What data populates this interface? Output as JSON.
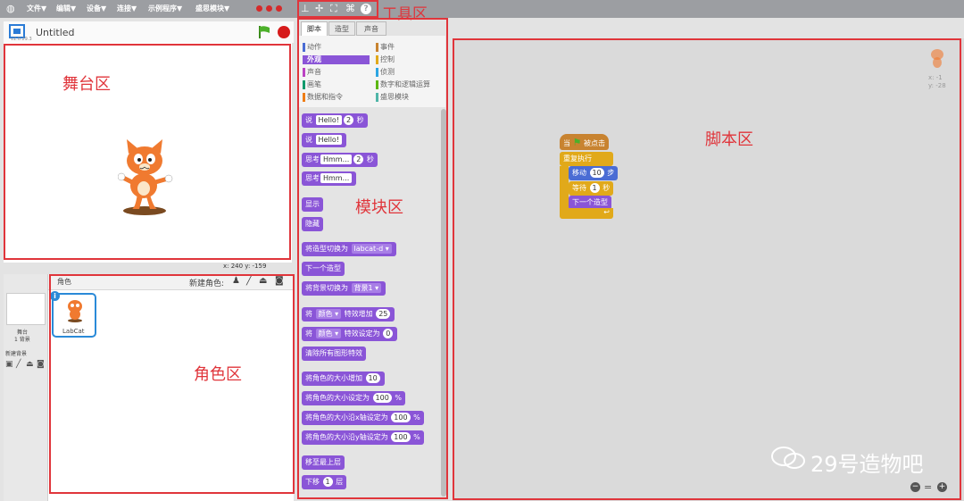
{
  "menu": {
    "items": [
      "文件▼",
      "编辑▼",
      "设备▼",
      "连接▼",
      "示例程序▼",
      "盛思模块▼"
    ]
  },
  "stage": {
    "title": "Untitled",
    "version": "v2.0.29.3",
    "coords": "x: 240  y: -159"
  },
  "sprites": {
    "header_label": "角色",
    "new_sprite_label": "新建角色:",
    "stage_label": "舞台",
    "backdrop_count": "1 背景",
    "new_backdrop_label": "新建背景",
    "sprite_name": "LabCat"
  },
  "palette": {
    "tabs": [
      "脚本",
      "造型",
      "声音"
    ],
    "categories": [
      {
        "label": "动作",
        "color": "#4a6cd4"
      },
      {
        "label": "事件",
        "color": "#c88330"
      },
      {
        "label": "外观",
        "color": "#8a55d7"
      },
      {
        "label": "控制",
        "color": "#e1a91a"
      },
      {
        "label": "声音",
        "color": "#bb42c3"
      },
      {
        "label": "侦测",
        "color": "#2ca5e2"
      },
      {
        "label": "画笔",
        "color": "#0e9a6c"
      },
      {
        "label": "数字和逻辑运算",
        "color": "#5cb712"
      },
      {
        "label": "数据和指令",
        "color": "#ee7d16"
      },
      {
        "label": "盛思模块",
        "color": "#4fb5a8"
      }
    ],
    "blocks": {
      "say_timed": {
        "pre": "说",
        "text": "Hello!",
        "num": "2",
        "post": "秒"
      },
      "say": {
        "pre": "说",
        "text": "Hello!"
      },
      "think_timed": {
        "pre": "思考",
        "text": "Hmm...",
        "num": "2",
        "post": "秒"
      },
      "think": {
        "pre": "思考",
        "text": "Hmm..."
      },
      "show": "显示",
      "hide": "隐藏",
      "switch_costume": {
        "pre": "将造型切换为",
        "value": "labcat-d"
      },
      "next_costume": "下一个造型",
      "switch_backdrop": {
        "pre": "将背景切换为",
        "value": "背景1"
      },
      "change_effect": {
        "pre": "将",
        "effect": "颜色",
        "mid": "特效增加",
        "num": "25"
      },
      "set_effect": {
        "pre": "将",
        "effect": "颜色",
        "mid": "特效设定为",
        "num": "0"
      },
      "clear_effects": "清除所有图形特效",
      "change_size": {
        "pre": "将角色的大小增加",
        "num": "10"
      },
      "set_size": {
        "pre": "将角色的大小设定为",
        "num": "100",
        "post": "%"
      },
      "set_size_x": {
        "pre": "将角色的大小沿x轴设定为",
        "num": "100",
        "post": "%"
      },
      "set_size_y": {
        "pre": "将角色的大小沿y轴设定为",
        "num": "100",
        "post": "%"
      },
      "front": "移至最上层",
      "back": {
        "pre": "下移",
        "num": "1",
        "post": "层"
      }
    }
  },
  "script": {
    "hat": {
      "pre": "当",
      "post": "被点击"
    },
    "forever": "重复执行",
    "move": {
      "pre": "移动",
      "num": "10",
      "post": "步"
    },
    "wait": {
      "pre": "等待",
      "num": "1",
      "post": "秒"
    },
    "next": "下一个造型",
    "sprite_x": "x: -1",
    "sprite_y": "y: -28"
  },
  "annotations": {
    "stage": "舞台区",
    "blocks": "模块区",
    "sprites": "角色区",
    "script": "脚本区",
    "tools": "工具区"
  },
  "watermark": "29号造物吧",
  "zoom": {
    "out": "−",
    "reset": "=",
    "in": "+"
  }
}
